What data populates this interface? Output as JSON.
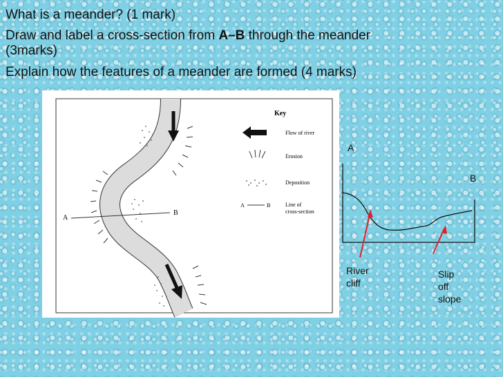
{
  "questions": {
    "q1": "What is a meander? (1 mark)",
    "q2_part1": "Draw and label a cross-section from ",
    "q2_bold": "A–B",
    "q2_part2": " through the meander",
    "q2_line2": "(3marks)",
    "q3": "Explain how the features of a meander are formed (4 marks)"
  },
  "map": {
    "key_title": "Key",
    "flow_label": "Flow of river",
    "erosion_label": "Erosion",
    "deposition_label": "Deposition",
    "line_label_1": "Line of",
    "line_label_2": "cross-section",
    "key_a": "A",
    "key_b": "B",
    "point_a": "A",
    "point_b": "B"
  },
  "cross_section": {
    "label_a": "A",
    "label_b": "B",
    "river_cliff_1": "River",
    "river_cliff_2": "cliff",
    "slip_off_1": "Slip off",
    "slip_off_2": "slope"
  },
  "colors": {
    "background": "#7fd0e4",
    "annotation_arrow": "#e0202a"
  }
}
